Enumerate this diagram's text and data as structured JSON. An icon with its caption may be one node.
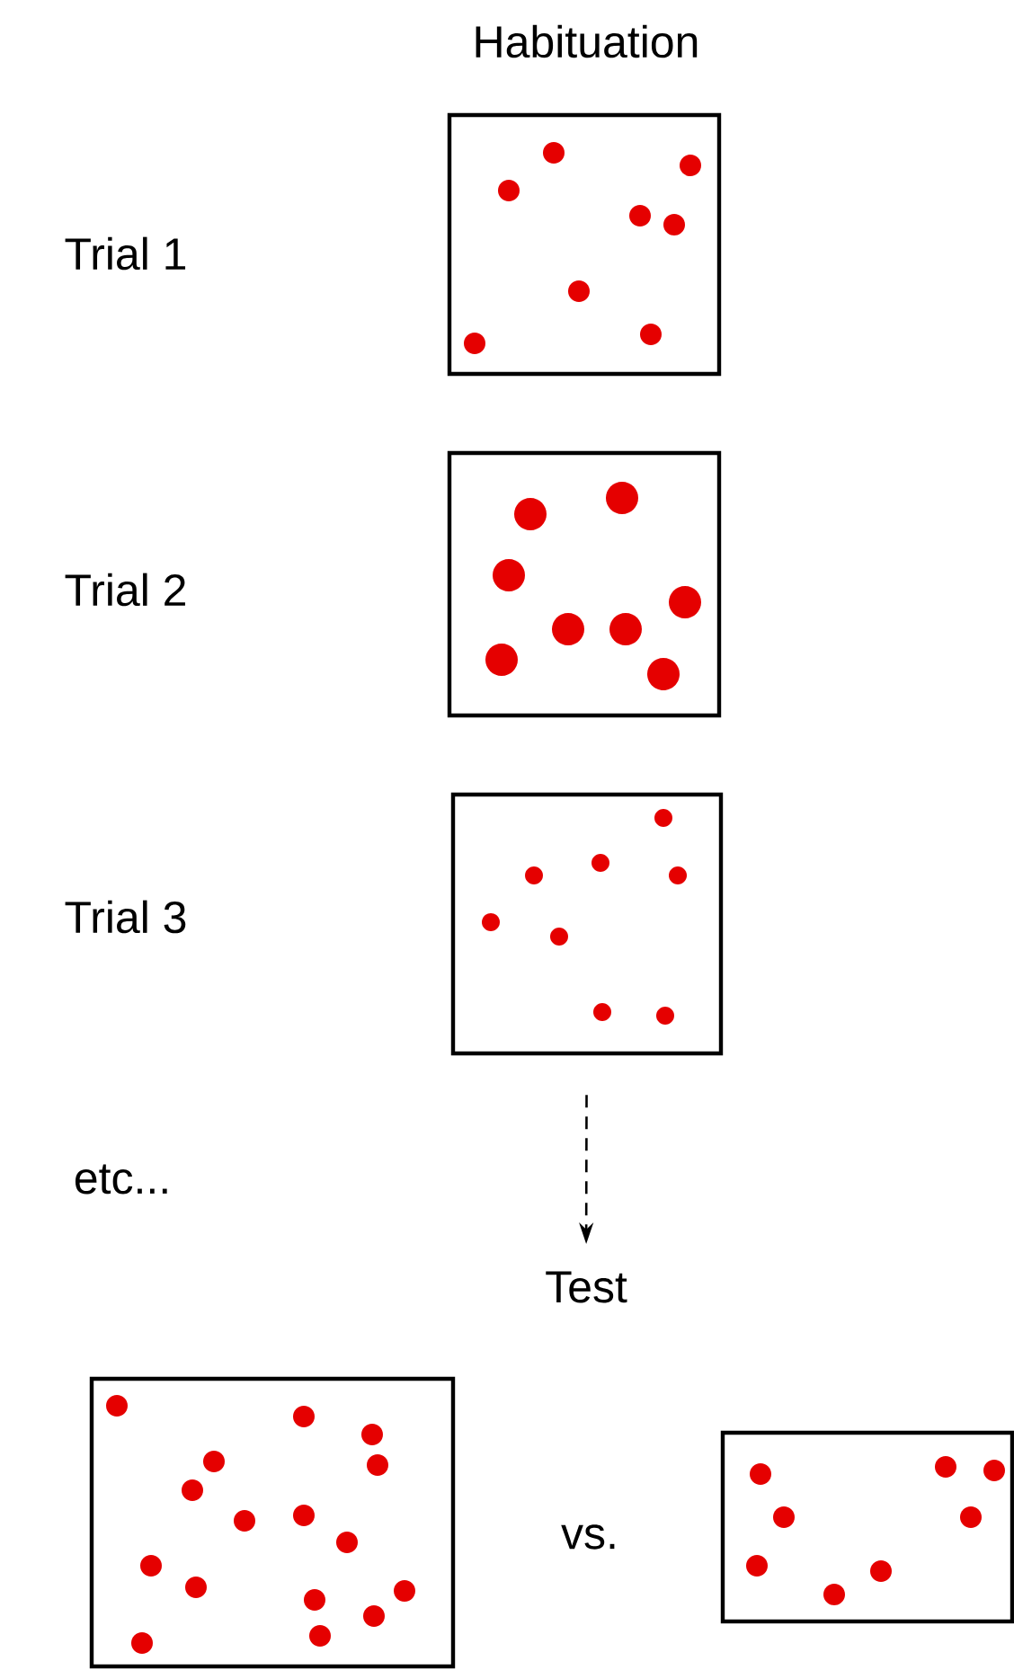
{
  "diagram": {
    "nodes": [
      {
        "text": [],
        "shape": "box"
      },
      {
        "text": [],
        "shape": "box"
      },
      {
        "text": [],
        "shape": "box"
      },
      {
        "text": [
          "Test"
        ]
      },
      {
        "text": [],
        "shape": "box"
      },
      {
        "text": [],
        "shape": "box"
      }
    ],
    "edges": [
      {
        "from": 2,
        "to": 3,
        "arrow": "to",
        "style": "dashed"
      }
    ],
    "labels": [
      "Habituation",
      "Trial 1",
      "Trial 2",
      "Trial 3",
      "etc...",
      "vs."
    ]
  }
}
